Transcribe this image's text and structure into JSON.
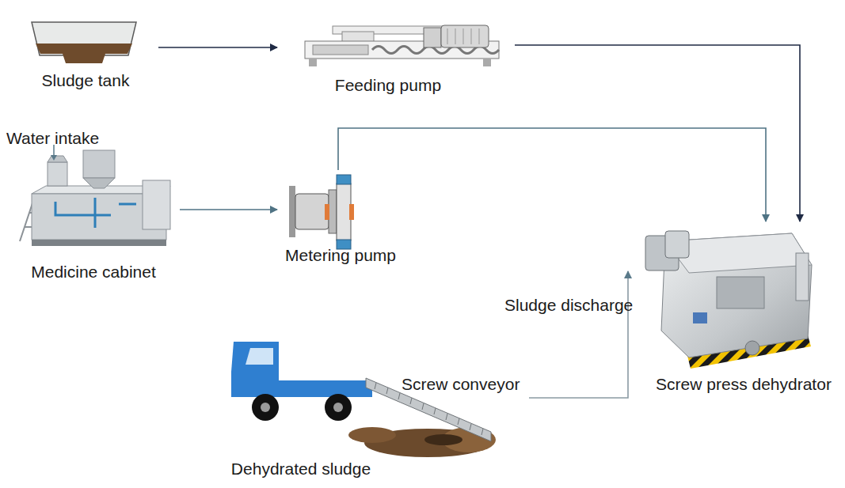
{
  "diagram": {
    "nodes": [
      {
        "text": [
          "Sludge tank"
        ]
      },
      {
        "text": [
          "Feeding pump"
        ]
      },
      {
        "text": [
          "Medicine cabinet"
        ]
      },
      {
        "text": [
          "Metering pump"
        ]
      },
      {
        "text": [
          "Screw press dehydrator"
        ]
      },
      {
        "text": [
          "Dehydrated sludge"
        ]
      }
    ],
    "edges": [
      {
        "from": 0,
        "to": 1,
        "arrow": "to"
      },
      {
        "from": 1,
        "to": 4,
        "arrow": "to"
      },
      {
        "from": 2,
        "to": 3,
        "arrow": "to"
      },
      {
        "from": 3,
        "to": 4,
        "arrow": "to"
      },
      {
        "from": 5,
        "to": 4,
        "arrow": "to",
        "label": "Sludge discharge"
      }
    ],
    "labels": [
      "Water intake",
      "Screw conveyor"
    ]
  }
}
